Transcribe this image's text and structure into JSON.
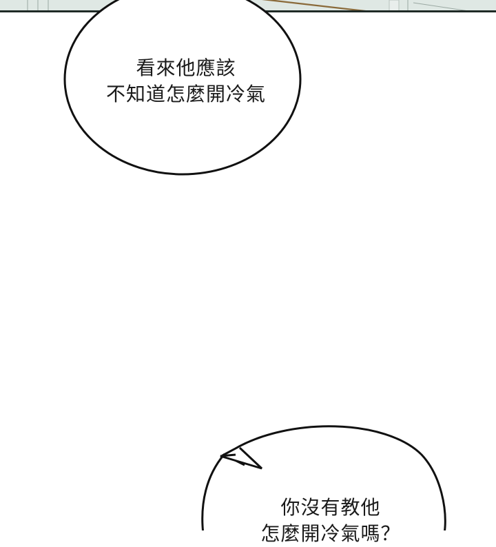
{
  "panel": {
    "top_strip_color": "#dfe8e4",
    "border_color": "#1f2a26"
  },
  "bubbles": [
    {
      "lines": [
        "看來他應該",
        "不知道怎麼開冷氣"
      ],
      "line1": "看來他應該",
      "line2": "不知道怎麼開冷氣"
    },
    {
      "line1": "你沒有教他",
      "line2": "怎麼開冷氣嗎？"
    }
  ]
}
